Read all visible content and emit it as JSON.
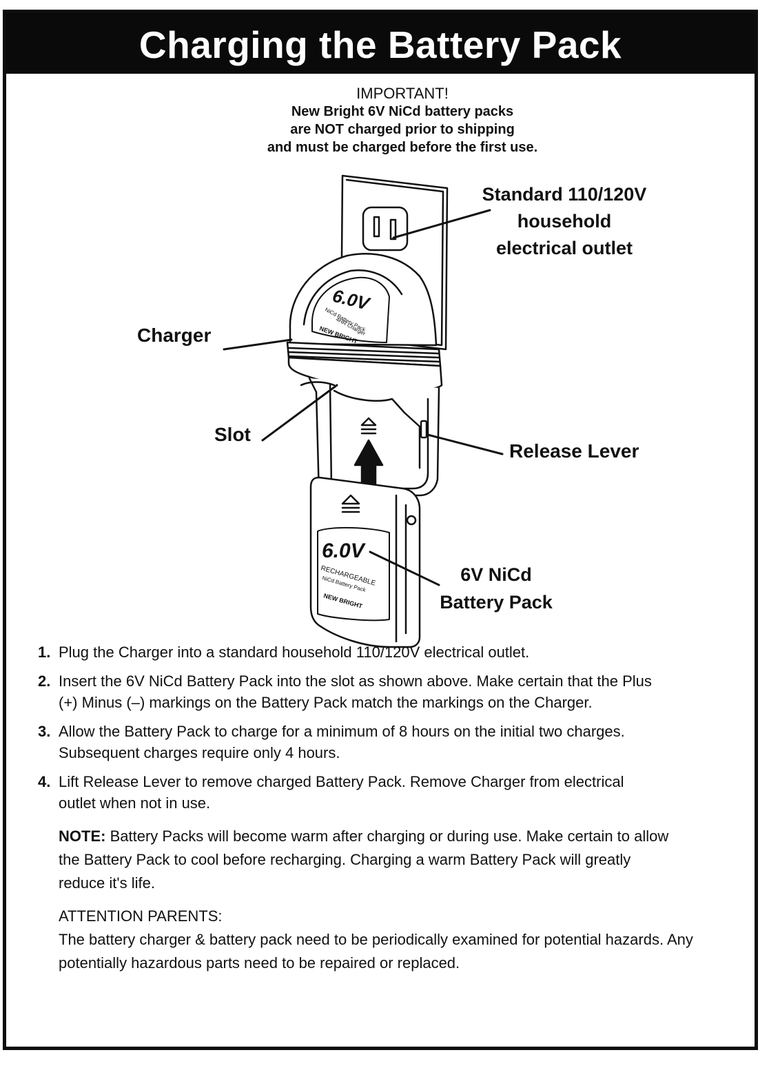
{
  "title": "Charging the Battery Pack",
  "important": {
    "heading": "IMPORTANT!",
    "lines": [
      "New Bright 6V NiCd battery packs",
      "are NOT charged prior to shipping",
      "and must be charged before the first use."
    ]
  },
  "diagram": {
    "outlet_label": [
      "Standard 110/120V",
      "household",
      "electrical outlet"
    ],
    "charger_label": "Charger",
    "slot_label": "Slot",
    "release_label": "Release Lever",
    "battery_label": [
      "6V NiCd",
      "Battery Pack"
    ],
    "charger_device": {
      "voltage": "6.0V",
      "line1": "NiCd Battery Pack",
      "line2": "4HR Charger",
      "brand": "NEW BRIGHT"
    },
    "battery_device": {
      "voltage": "6.0V",
      "line1": "RECHARGEABLE",
      "line2": "NiCd Battery Pack",
      "brand": "NEW BRIGHT"
    }
  },
  "steps": [
    {
      "num": "1.",
      "text": "Plug the Charger into a standard household 110/120V electrical outlet."
    },
    {
      "num": "2.",
      "text": "Insert the 6V NiCd Battery Pack into the slot as shown above. Make certain that the Plus (+) Minus (–) markings on the Battery Pack match the markings on the Charger."
    },
    {
      "num": "3.",
      "text": "Allow the Battery Pack to charge for a minimum of 8 hours on the initial two charges. Subsequent charges require only 4 hours."
    },
    {
      "num": "4.",
      "text": "Lift Release Lever to remove charged Battery Pack. Remove Charger from electrical outlet when not in use."
    }
  ],
  "note": {
    "label": "NOTE:",
    "text": "Battery Packs will become warm after charging or during use. Make certain to allow the Battery Pack to cool before recharging. Charging a warm Battery Pack will greatly reduce it's life."
  },
  "attention": {
    "heading": "ATTENTION PARENTS:",
    "text": "The battery charger & battery pack need to be periodically examined for potential hazards. Any potentially hazardous parts need to be repaired or replaced."
  }
}
